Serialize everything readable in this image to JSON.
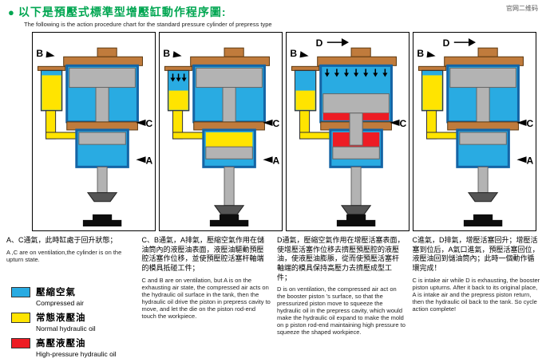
{
  "header": {
    "bullet": "●",
    "title_zh": "以下是預壓式標準型增壓缸動作程序圖:",
    "title_en": "The following is the action procedure chart for the standard pressure cylinder of prepress type",
    "qr_label": "官网二维码"
  },
  "panels": [
    {
      "labels": {
        "a": "A",
        "b": "B",
        "c": "C"
      },
      "desc_zh": "A、C通氣，此時缸處于回升狀態；",
      "desc_en": "A ,C are on ventilation,the cylinder is on the upturn state."
    },
    {
      "labels": {
        "a": "A",
        "b": "B",
        "c": "C"
      },
      "desc_zh": "C、B通氣，A排氣，壓縮空氣作用在儲油筒內的液壓油表面，液壓油驅動預壓腔活塞作位移，並使預壓腔活塞杆軸端的模具抵碰工件；",
      "desc_en": "C and B are on ventilation, but A is on the exhausting air state, the compressed air acts on the hydraulic oil surface in the tank, then the hydraulic oil drive the piston in prepress cavity to move, and let the die on the piston rod-end touch the workpiece."
    },
    {
      "labels": {
        "b": "B",
        "c": "C",
        "d": "D"
      },
      "desc_zh": "D通氣，壓縮空氣作用在增壓活塞表面，使增壓活塞作位移去擠壓預壓腔的液壓油，使液壓油膨脹，從而使預壓活塞杆軸端的模具保持高壓力去擠壓成型工件；",
      "desc_en": "D is on ventilation, the compressed air act on the booster piston 's surface, so that the pressurized piston move to squeeze the hydraulic oil in the prepress cavity, which would make the hydraulic oil expand to make the mold on p piston rod-end maintaining high pressure to squeeze the shaped workpiece."
    },
    {
      "labels": {
        "a": "A",
        "b": "B",
        "c": "C",
        "d": "D"
      },
      "desc_zh": "C進氣，D排氣，增壓活塞回升；增壓活塞到位后，A氣口進氣，預壓活塞回位，液壓油回到儲油筒內；此時一個動作循環完成！",
      "desc_en": "C is intake air while D is exhausting, the booster piston upturns. After it back to its original place, A is intake air and the prepress piston return, then the hydraulic oil back to the tank. So cycle action complete!"
    }
  ],
  "legend": {
    "items": [
      {
        "zh": "壓縮空氣",
        "en": "Compressed air",
        "color": "#29ABE2"
      },
      {
        "zh": "常態液壓油",
        "en": "Normal hydraulic oil",
        "color": "#FFE400"
      },
      {
        "zh": "高壓液壓油",
        "en": "High-pressure hydraulic oil",
        "color": "#ED1C24"
      }
    ]
  },
  "colors": {
    "air": "#29ABE2",
    "normal_oil": "#FFE400",
    "high_pressure_oil": "#ED1C24",
    "title_green": "#00A651"
  }
}
